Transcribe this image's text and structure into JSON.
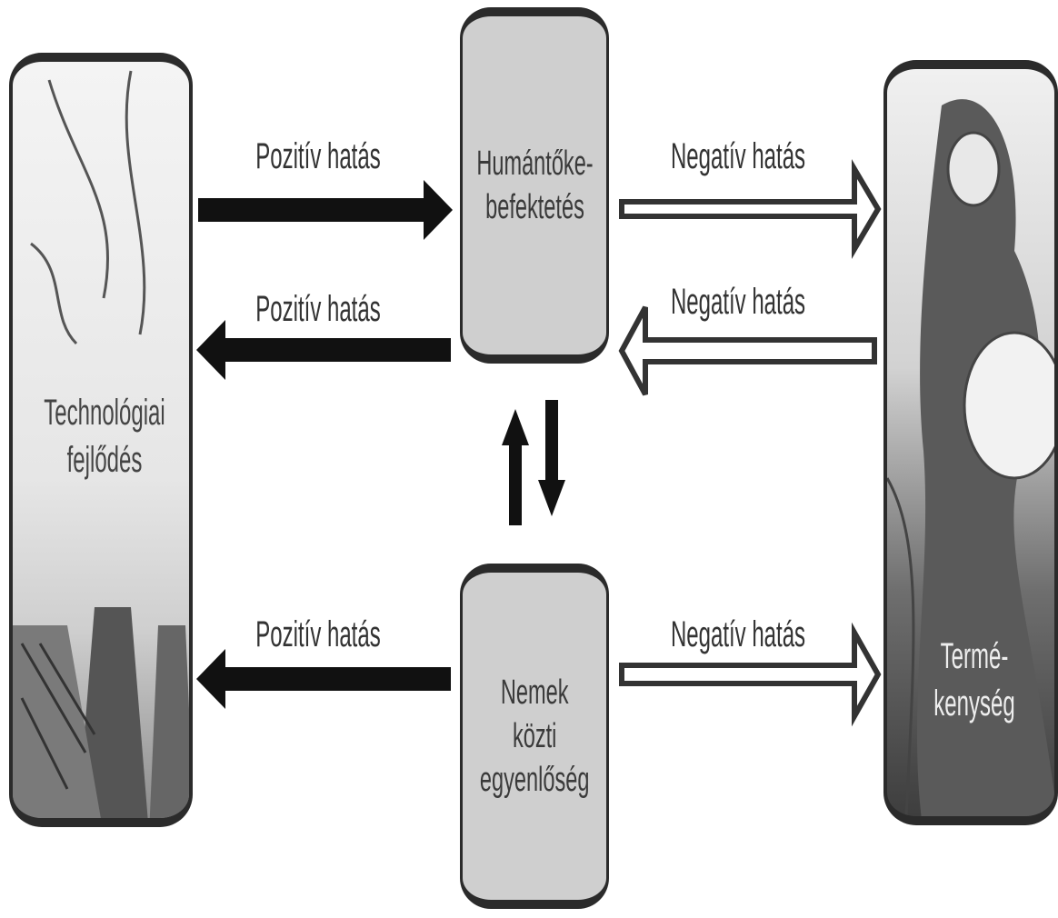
{
  "panels": {
    "left": {
      "label": "Technológiai\nfejlődés"
    },
    "right": {
      "label": "Termé-\nkenység"
    }
  },
  "boxes": {
    "top": {
      "label": "Humántőke-\nbefektetés"
    },
    "bottom": {
      "label": "Nemek közti\negyenlőség"
    }
  },
  "arrows": {
    "top_left_to_box": {
      "label": "Pozitív hatás",
      "effect": "positive"
    },
    "top_box_to_left": {
      "label": "Pozitív hatás",
      "effect": "positive"
    },
    "top_box_to_right": {
      "label": "Negatív hatás",
      "effect": "negative"
    },
    "top_right_to_box": {
      "label": "Negatív hatás",
      "effect": "negative"
    },
    "bottom_box_to_left": {
      "label": "Pozitív hatás",
      "effect": "positive"
    },
    "bottom_box_to_right": {
      "label": "Negatív hatás",
      "effect": "negative"
    }
  },
  "colors": {
    "positive_arrow": "#111111",
    "negative_arrow_outline": "#333333",
    "negative_arrow_fill": "#ffffff",
    "box_fill": "#cfcfcf"
  }
}
